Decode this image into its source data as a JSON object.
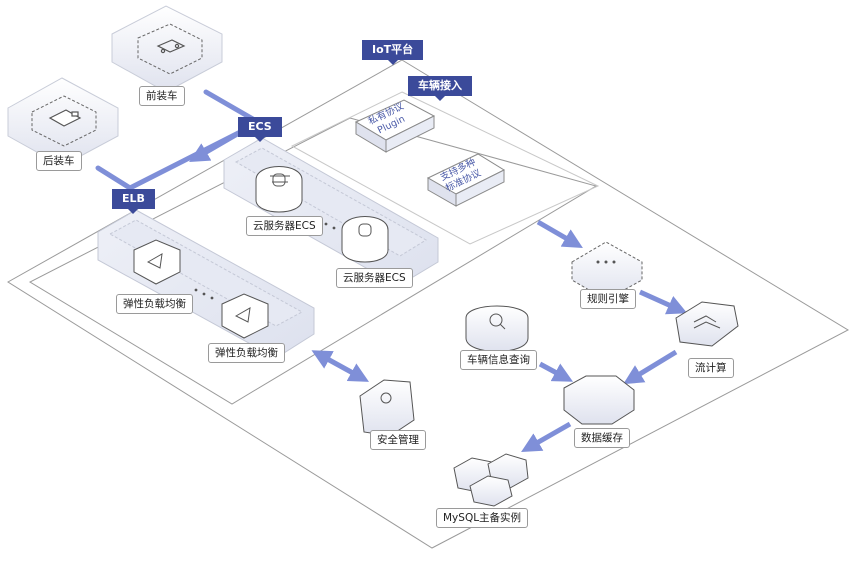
{
  "groups": {
    "iot_platform": "IoT平台",
    "vehicle_access": "车辆接入",
    "ecs": "ECS",
    "elb": "ELB"
  },
  "nodes": {
    "front_vehicle": "前装车",
    "rear_vehicle": "后装车",
    "ecs_server_1": "云服务器ECS",
    "ecs_server_2": "云服务器ECS",
    "elb_1": "弹性负载均衡",
    "elb_2": "弹性负载均衡",
    "rule_engine": "规则引擎",
    "stream_compute": "流计算",
    "vehicle_query": "车辆信息查询",
    "data_cache": "数据缓存",
    "security_mgmt": "安全管理",
    "mysql": "MySQL主备实例"
  },
  "protocol_cards": {
    "private": [
      "私有协议",
      "Plugin"
    ],
    "standard": [
      "支持多种",
      "标准协议"
    ]
  },
  "colors": {
    "tag_bg": "#3b4a9a",
    "arrow": "#7f8fd8",
    "platform_line": "#8a8a8a"
  }
}
